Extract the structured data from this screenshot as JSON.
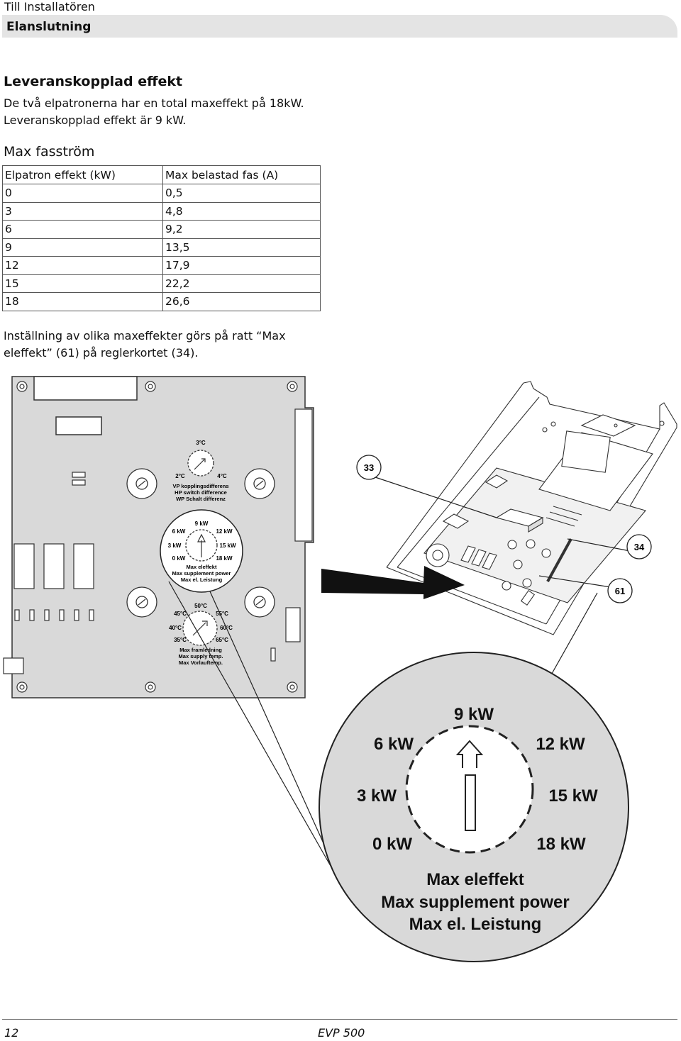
{
  "header": {
    "section": "Till Installatören",
    "title": "Elanslutning"
  },
  "delivery": {
    "heading": "Leveranskopplad effekt",
    "text": "De två elpatronerna har en total maxeffekt på 18kW. Leveranskopplad effekt är 9 kW."
  },
  "phase_current": {
    "heading": "Max fasström",
    "columns": [
      "Elpatron effekt (kW)",
      "Max belastad fas (A)"
    ],
    "rows": [
      [
        "0",
        "0,5"
      ],
      [
        "3",
        "4,8"
      ],
      [
        "6",
        "9,2"
      ],
      [
        "9",
        "13,5"
      ],
      [
        "12",
        "17,9"
      ],
      [
        "15",
        "22,2"
      ],
      [
        "18",
        "26,6"
      ]
    ]
  },
  "instruction": "Inställning av olika maxeffekter görs på ratt “Max eleffekt” (61) på reglerkortet (34).",
  "figure": {
    "callouts": [
      "33",
      "34",
      "61"
    ],
    "board": {
      "switch_diff": {
        "top": "3°C",
        "left": "2°C",
        "right": "4°C",
        "labels": [
          "VP kopplingsdifferens",
          "HP switch difference",
          "WP Schalt differenz"
        ]
      },
      "power_dial": {
        "top": "9 kW",
        "ul": "6 kW",
        "ur": "12 kW",
        "ml": "3 kW",
        "mr": "15 kW",
        "ll": "0 kW",
        "lr": "18 kW",
        "labels": [
          "Max eleffekt",
          "Max supplement power",
          "Max el. Leistung"
        ]
      },
      "temp_dial": {
        "top": "50°C",
        "ul": "45°C",
        "ur": "55°C",
        "ml": "40°C",
        "mr": "60°C",
        "ll": "35°C",
        "lr": "65°C",
        "labels": [
          "Max framledning",
          "Max supply temp.",
          "Max Vorlauftemp."
        ]
      }
    },
    "zoom": {
      "top": "9 kW",
      "ul": "6 kW",
      "ur": "12 kW",
      "ml": "3 kW",
      "mr": "15 kW",
      "ll": "0 kW",
      "lr": "18 kW",
      "labels": [
        "Max eleffekt",
        "Max supplement power",
        "Max el. Leistung"
      ]
    }
  },
  "footer": {
    "page": "12",
    "doc": "EVP 500"
  }
}
